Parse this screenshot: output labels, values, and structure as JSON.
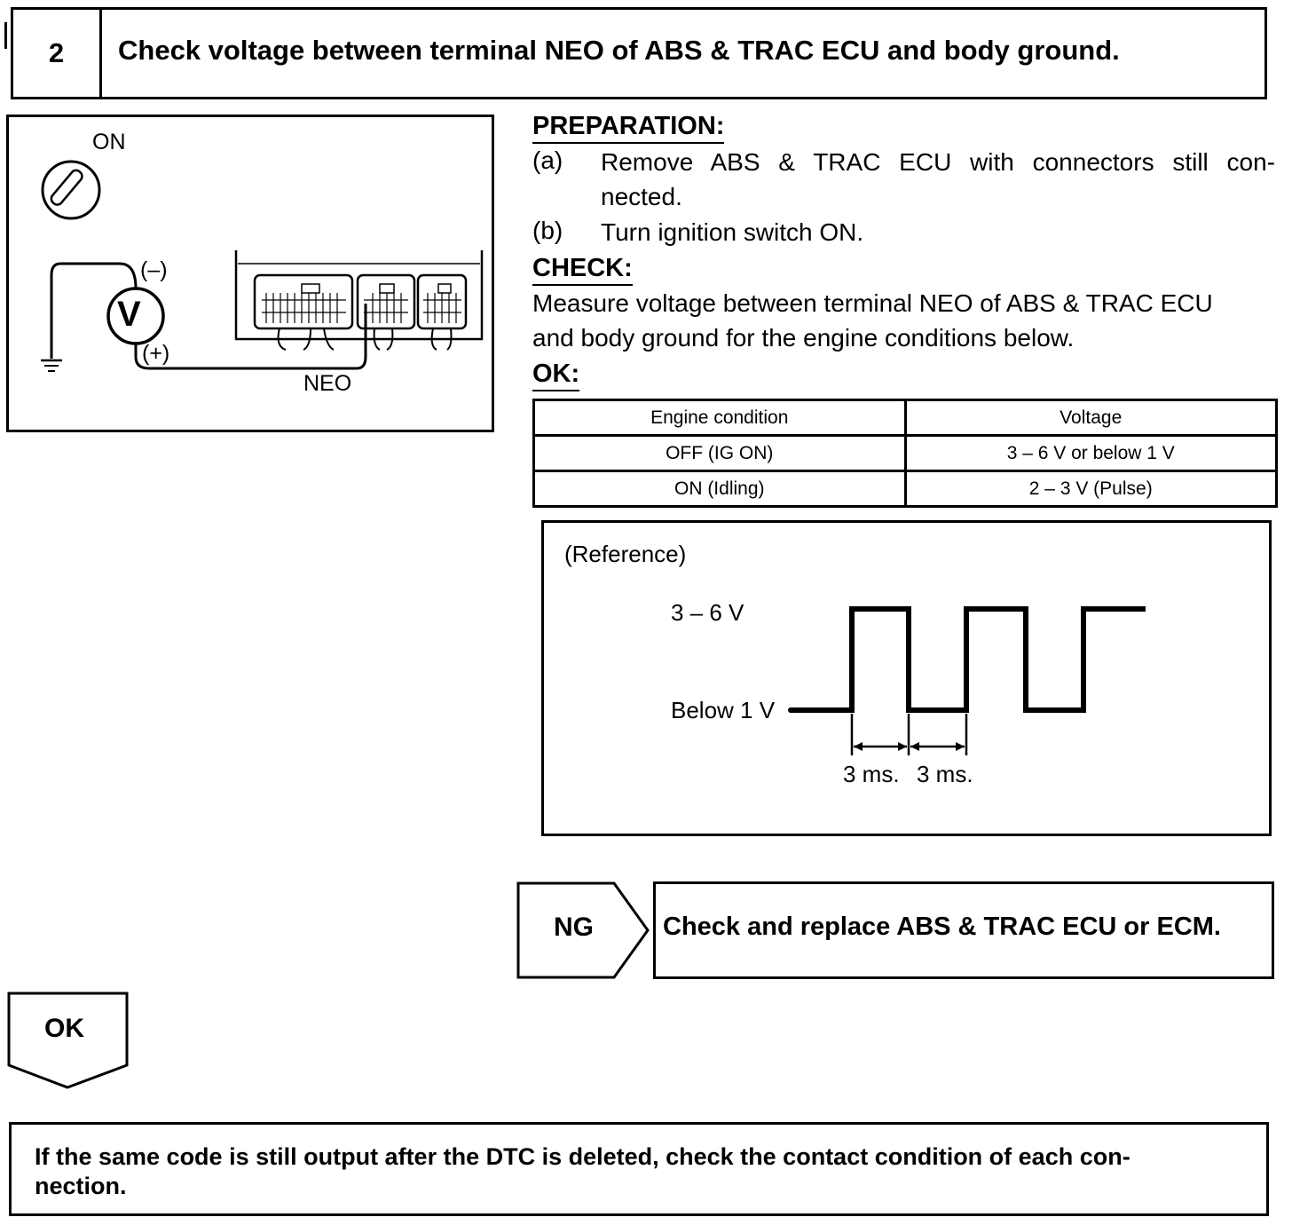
{
  "step": {
    "number": "2",
    "title": "Check voltage between terminal NEO of ABS & TRAC ECU and body ground."
  },
  "diagram": {
    "ignition_label": "ON",
    "meter_symbol": "V",
    "minus_label": "(–)",
    "plus_label": "(+)",
    "terminal_label": "NEO"
  },
  "preparation": {
    "heading": "PREPARATION:",
    "steps": [
      {
        "tag": "(a)",
        "lines": [
          "Remove ABS & TRAC ECU with connectors still con-",
          "nected."
        ]
      },
      {
        "tag": "(b)",
        "lines": [
          "Turn ignition switch ON."
        ]
      }
    ]
  },
  "check": {
    "heading": "CHECK:",
    "lines": [
      "Measure voltage between terminal NEO of ABS & TRAC ECU",
      "and body ground for the engine conditions below."
    ]
  },
  "ok_spec": {
    "heading": "OK:",
    "headers": [
      "Engine condition",
      "Voltage"
    ],
    "rows": [
      [
        "OFF (IG ON)",
        "3 – 6 V or below 1 V"
      ],
      [
        "ON (Idling)",
        "2 – 3 V (Pulse)"
      ]
    ]
  },
  "reference": {
    "label": "(Reference)",
    "high_label": "3 – 6 V",
    "low_label": "Below 1 V",
    "period_labels": [
      "3 ms.",
      "3 ms."
    ]
  },
  "flow": {
    "ng_label": "NG",
    "ng_action": "Check and replace ABS & TRAC ECU or ECM.",
    "ok_label": "OK"
  },
  "final": {
    "lines": [
      "If the same code is still output after the DTC is deleted, check the contact condition of each con-",
      "nection."
    ]
  }
}
